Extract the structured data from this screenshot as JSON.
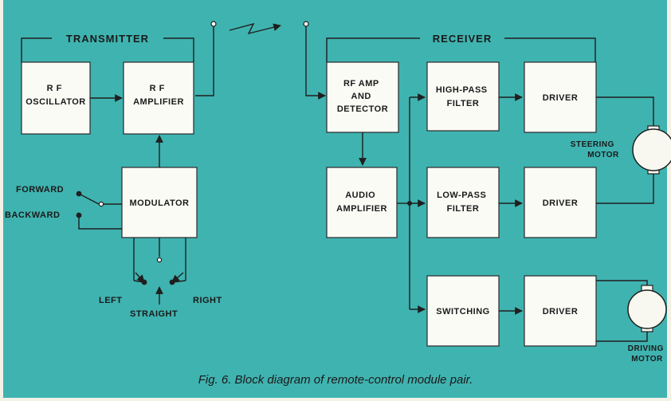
{
  "sections": {
    "transmitter": "TRANSMITTER",
    "receiver": "RECEIVER"
  },
  "blocks": {
    "rf_oscillator": [
      "R F",
      "OSCILLATOR"
    ],
    "rf_amplifier": [
      "R F",
      "AMPLIFIER"
    ],
    "modulator": [
      "MODULATOR"
    ],
    "rf_amp_detector": [
      "RF AMP",
      "AND",
      "DETECTOR"
    ],
    "audio_amplifier": [
      "AUDIO",
      "AMPLIFIER"
    ],
    "high_pass_filter": [
      "HIGH-PASS",
      "FILTER"
    ],
    "low_pass_filter": [
      "LOW-PASS",
      "FILTER"
    ],
    "switching": [
      "SWITCHING"
    ],
    "driver_1": [
      "DRIVER"
    ],
    "driver_2": [
      "DRIVER"
    ],
    "driver_3": [
      "DRIVER"
    ]
  },
  "controls": {
    "forward": "FORWARD",
    "backward": "BACKWARD",
    "left": "LEFT",
    "straight": "STRAIGHT",
    "right": "RIGHT"
  },
  "motors": {
    "steering": [
      "STEERING",
      "MOTOR"
    ],
    "driving": [
      "DRIVING",
      "MOTOR"
    ]
  },
  "caption": "Fig. 6. Block diagram of remote-control module pair."
}
